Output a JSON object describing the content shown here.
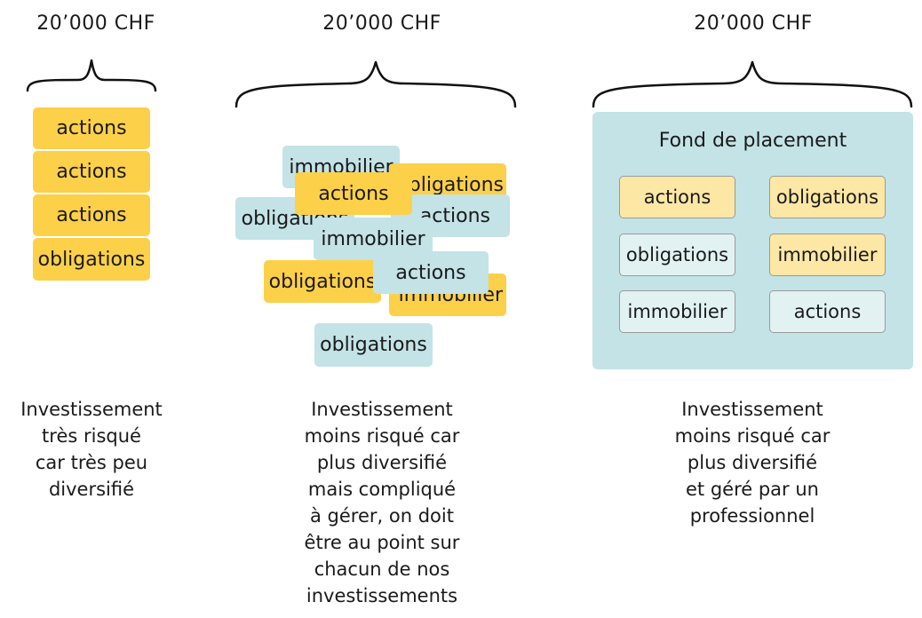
{
  "columns": [
    {
      "amount": "20’000 CHF",
      "boxes": [
        "actions",
        "actions",
        "actions",
        "obligations"
      ],
      "caption": "Investissement\ntrès risqué\ncar très peu\ndiversifié"
    },
    {
      "amount": "20’000 CHF",
      "boxes": [
        "immobilier",
        "obligations",
        "actions",
        "obligations",
        "actions",
        "immobilier",
        "obligations",
        "immobilier",
        "actions",
        "obligations"
      ],
      "caption": "Investissement\nmoins risqué car\nplus diversifié\nmais compliqué\nà gérer, on doit\nêtre au point sur\nchacun de nos\ninvestissements"
    },
    {
      "amount": "20’000 CHF",
      "fund_title": "Fond de placement",
      "boxes": [
        "actions",
        "obligations",
        "obligations",
        "immobilier",
        "immobilier",
        "actions"
      ],
      "caption": "Investissement\nmoins risqué car\nplus diversifié\net géré par un\nprofessionnel"
    }
  ],
  "colors": {
    "yellow": "#fdd049",
    "blue": "#c3e3e6",
    "light_yellow": "#fde7a5",
    "light_blue": "#e2f2f3"
  }
}
